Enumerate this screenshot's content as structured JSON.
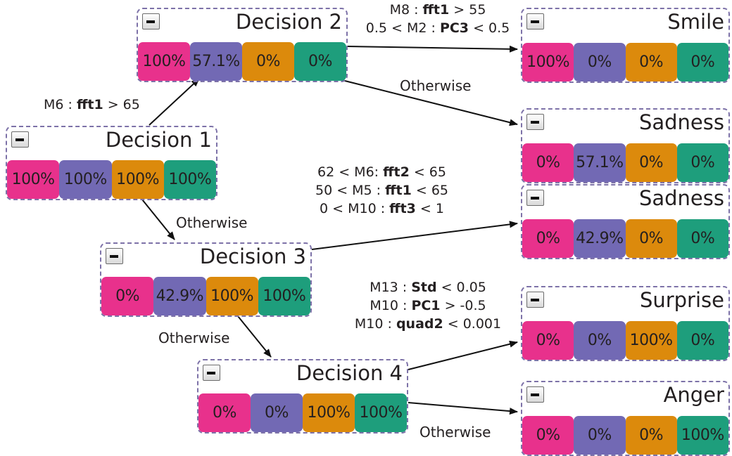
{
  "colors": {
    "class_1": "#e8318c",
    "class_2": "#7269b4",
    "class_3": "#dc8a0c",
    "class_4": "#1e9e7c",
    "node_border": "#7d72a8"
  },
  "nodes": {
    "decision_1": {
      "title": "Decision 1",
      "values": [
        "100%",
        "100%",
        "100%",
        "100%"
      ]
    },
    "decision_2": {
      "title": "Decision 2",
      "values": [
        "100%",
        "57.1%",
        "0%",
        "0%"
      ]
    },
    "decision_3": {
      "title": "Decision 3",
      "values": [
        "0%",
        "42.9%",
        "100%",
        "100%"
      ]
    },
    "decision_4": {
      "title": "Decision 4",
      "values": [
        "0%",
        "0%",
        "100%",
        "100%"
      ]
    },
    "smile": {
      "title": "Smile",
      "values": [
        "100%",
        "0%",
        "0%",
        "0%"
      ]
    },
    "sadness_1": {
      "title": "Sadness",
      "values": [
        "0%",
        "57.1%",
        "0%",
        "0%"
      ]
    },
    "sadness_2": {
      "title": "Sadness",
      "values": [
        "0%",
        "42.9%",
        "0%",
        "0%"
      ]
    },
    "surprise": {
      "title": "Surprise",
      "values": [
        "0%",
        "0%",
        "100%",
        "0%"
      ]
    },
    "anger": {
      "title": "Anger",
      "values": [
        "0%",
        "0%",
        "0%",
        "100%"
      ]
    }
  },
  "rules": {
    "d1_to_d2": [
      {
        "pre": "M6 : ",
        "bold": "fft1",
        "post": " > 65"
      }
    ],
    "d2_to_smile": [
      {
        "pre": "M8 : ",
        "bold": "fft1",
        "post": " > 55"
      },
      {
        "pre": "0.5 < M2 : ",
        "bold": "PC3",
        "post": " < 0.5"
      }
    ],
    "d3_to_sadness_2": [
      {
        "pre": "62 < M6: ",
        "bold": "fft2",
        "post": " < 65"
      },
      {
        "pre": "50 < M5 : ",
        "bold": "fft1",
        "post": " < 65"
      },
      {
        "pre": "0 < M10 : ",
        "bold": "fft3",
        "post": " < 1"
      }
    ],
    "d4_to_surprise": [
      {
        "pre": "M13 : ",
        "bold": "Std",
        "post": " < 0.05"
      },
      {
        "pre": "M10 : ",
        "bold": "PC1",
        "post": " > -0.5"
      },
      {
        "pre": "M10 : ",
        "bold": "quad2",
        "post": " < 0.001"
      }
    ]
  },
  "otherwise_labels": {
    "d2_to_sadness_1": "Otherwise",
    "d1_to_d3": "Otherwise",
    "d3_to_d4": "Otherwise",
    "d4_to_anger": "Otherwise"
  }
}
